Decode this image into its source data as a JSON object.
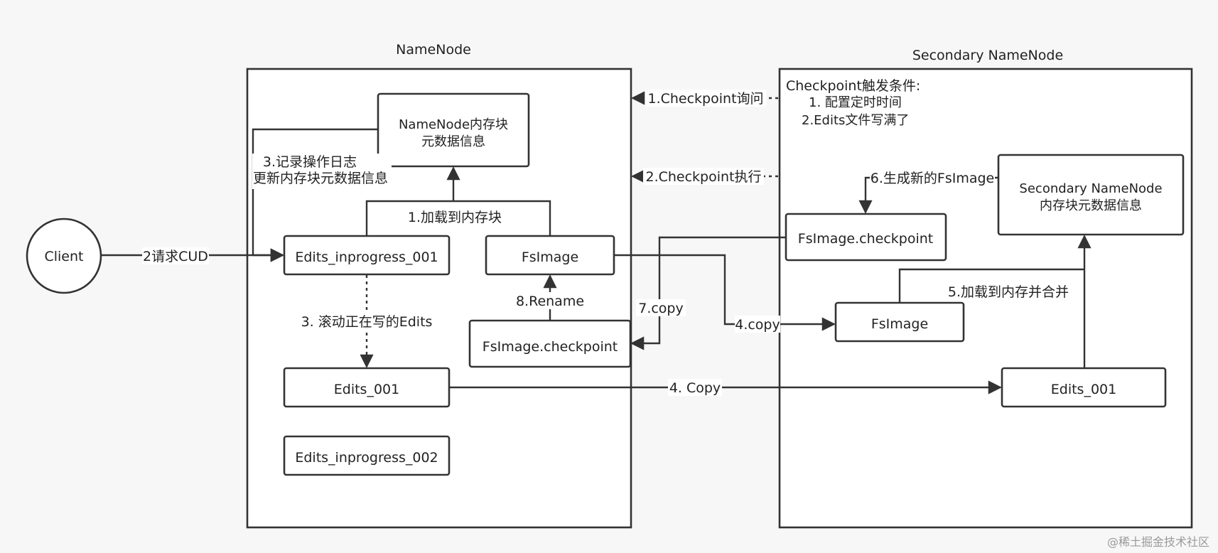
{
  "containers": {
    "namenode_title": "NameNode",
    "secondary_title": "Secondary NameNode"
  },
  "client": {
    "label": "Client"
  },
  "namenode": {
    "memory_block_line1": "NameNode内存块",
    "memory_block_line2": "元数据信息",
    "edits_inprogress_001": "Edits_inprogress_001",
    "fsimage": "FsImage",
    "fsimage_checkpoint": "FsImage.checkpoint",
    "edits_001": "Edits_001",
    "edits_inprogress_002": "Edits_inprogress_002"
  },
  "secondary": {
    "trigger_title": "Checkpoint触发条件:",
    "trigger_1": "1. 配置定时时间",
    "trigger_2": "2.Edits文件写满了",
    "memory_block_line1": "Secondary NameNode",
    "memory_block_line2": "内存块元数据信息",
    "fsimage_checkpoint": "FsImage.checkpoint",
    "fsimage": "FsImage",
    "edits_001": "Edits_001"
  },
  "edge_labels": {
    "request_cud": "2请求CUD",
    "record_log_line1": "3.记录操作日志",
    "record_log_line2": "更新内存块元数据信息",
    "load_to_memory": "1.加载到内存块",
    "roll_edits": "3. 滚动正在写的Edits",
    "rename": "8.Rename",
    "checkpoint_query": "1.Checkpoint询问",
    "checkpoint_execute": "2.Checkpoint执行",
    "generate_fsimage": "6.生成新的FsImage",
    "copy_7": "7.copy",
    "copy_4_fsimage": "4.copy",
    "merge": "5.加载到内存并合并",
    "copy_4_edits": "4. Copy"
  },
  "watermark": "@稀土掘金技术社区"
}
